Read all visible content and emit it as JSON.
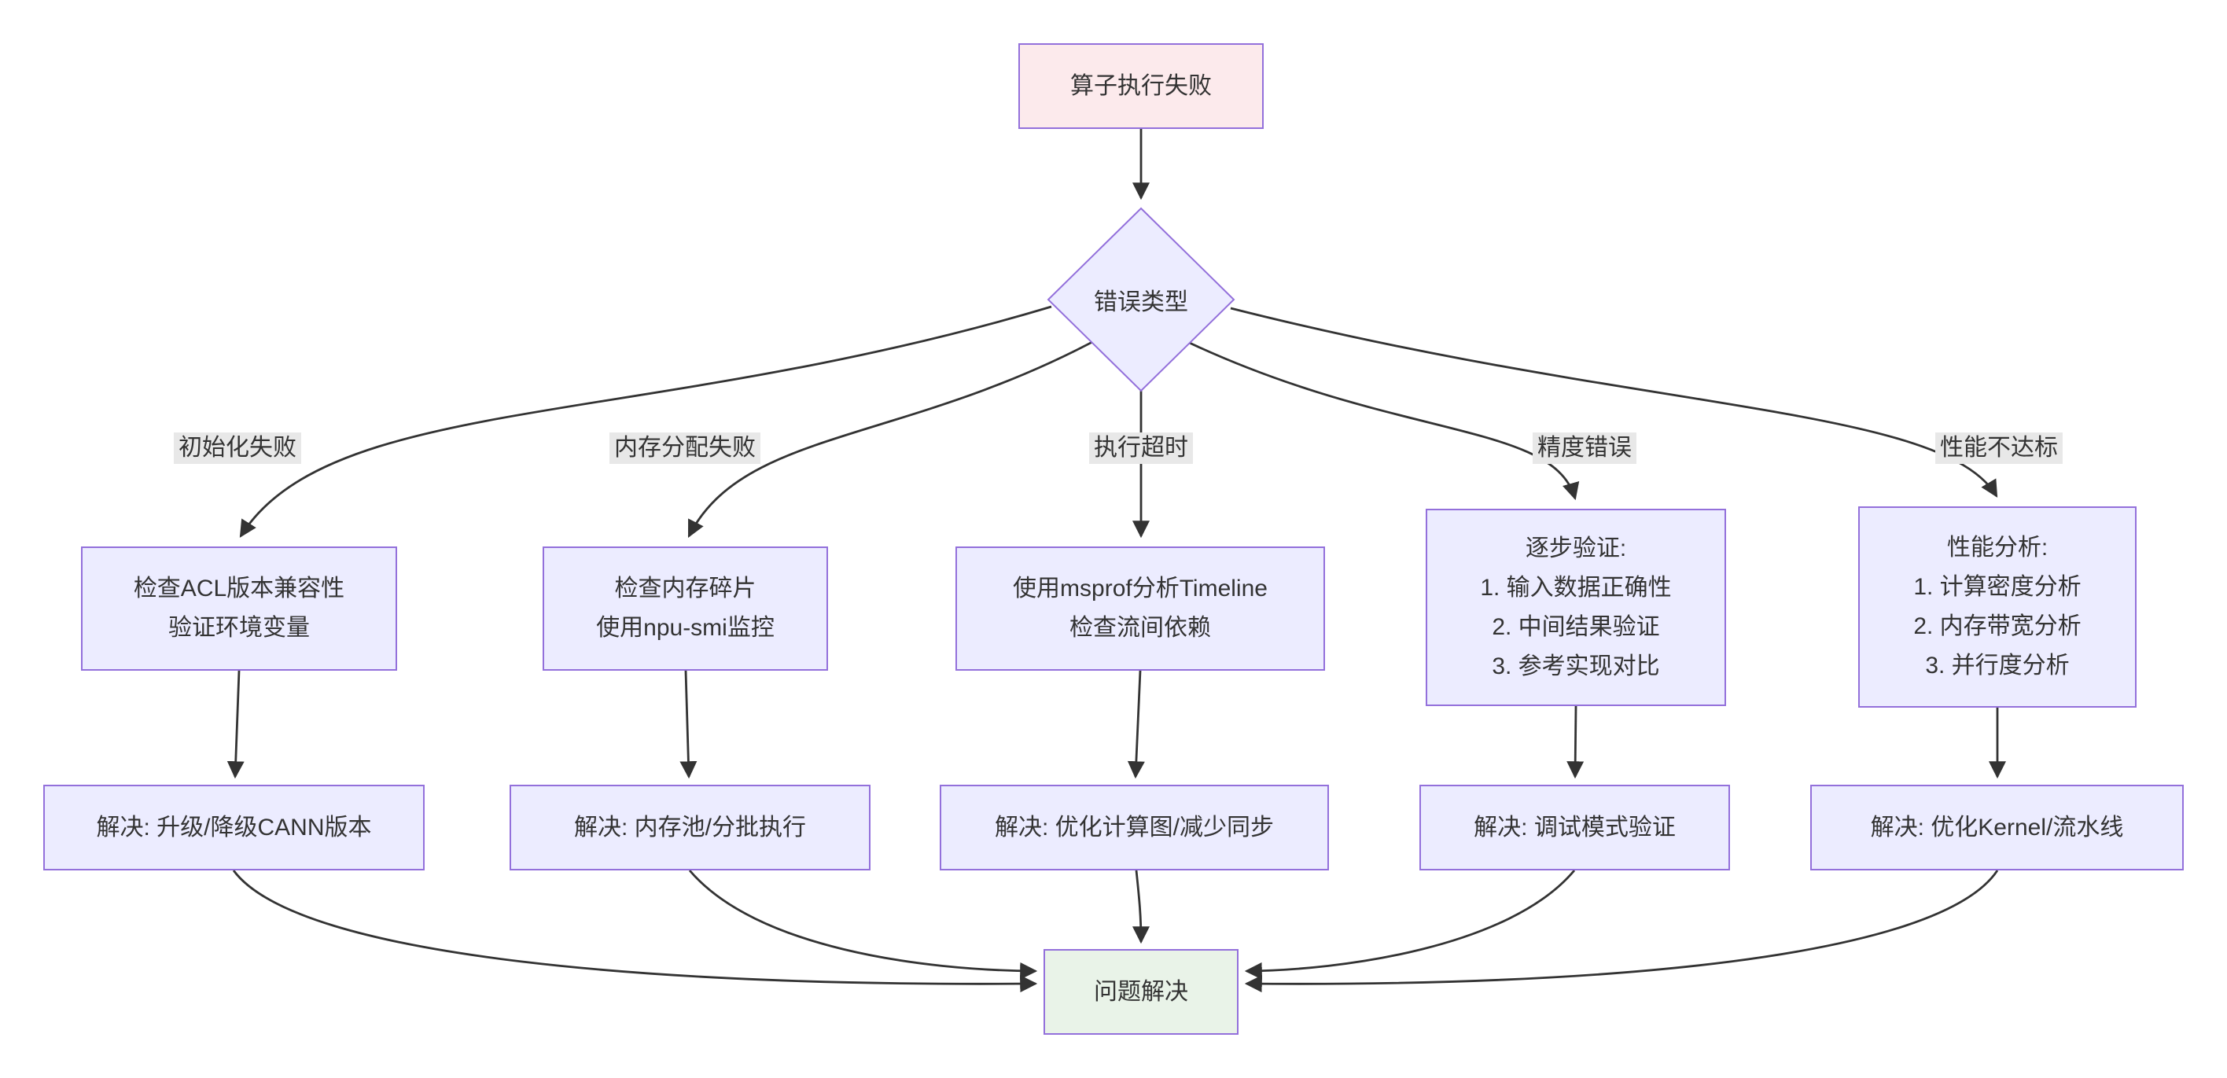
{
  "diagram": {
    "kind": "flowchart",
    "direction": "top-down"
  },
  "nodes": {
    "start": {
      "label": "算子执行失败"
    },
    "decision": {
      "label": "错误类型"
    },
    "check_init": {
      "lines": [
        "检查ACL版本兼容性",
        "验证环境变量"
      ]
    },
    "check_memory": {
      "lines": [
        "检查内存碎片",
        "使用npu-smi监控"
      ]
    },
    "check_timeout": {
      "lines": [
        "使用msprof分析Timeline",
        "检查流间依赖"
      ]
    },
    "check_accuracy": {
      "lines": [
        "逐步验证:",
        "1. 输入数据正确性",
        "2. 中间结果验证",
        "3. 参考实现对比"
      ]
    },
    "check_performance": {
      "lines": [
        "性能分析:",
        "1. 计算密度分析",
        "2. 内存带宽分析",
        "3. 并行度分析"
      ]
    },
    "solution_init": {
      "label": "解决: 升级/降级CANN版本"
    },
    "solution_memory": {
      "label": "解决: 内存池/分批执行"
    },
    "solution_timeout": {
      "label": "解决: 优化计算图/减少同步"
    },
    "solution_accuracy": {
      "label": "解决: 调试模式验证"
    },
    "solution_performance": {
      "label": "解决: 优化Kernel/流水线"
    },
    "end": {
      "label": "问题解决"
    }
  },
  "edge_labels": {
    "init_fail": "初始化失败",
    "memory_fail": "内存分配失败",
    "timeout": "执行超时",
    "accuracy_error": "精度错误",
    "performance_low": "性能不达标"
  },
  "colors": {
    "node_fill": "#ECECFF",
    "node_border": "#9370DB",
    "start_fill": "#fceaec",
    "end_fill": "#e9f3e8",
    "edge_label_bg": "#e8e8e8",
    "edge_stroke": "#333333",
    "text": "#333333"
  }
}
